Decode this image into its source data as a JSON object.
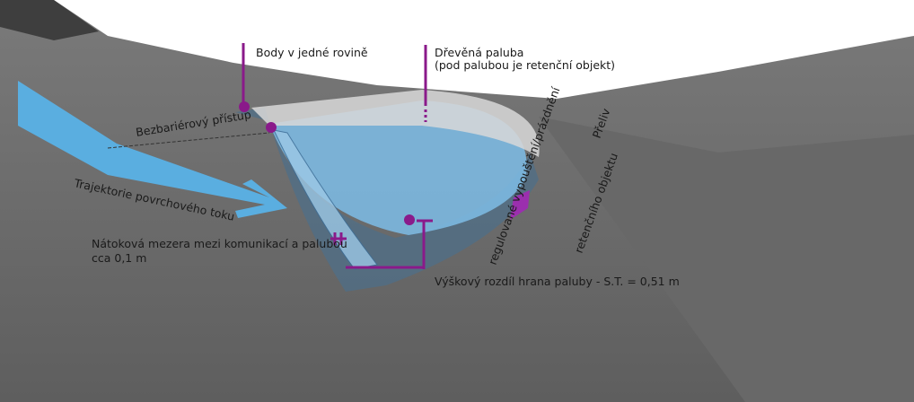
{
  "labels": {
    "points_in_plane": "Body v jedné rovině",
    "wooden_deck": "Dřevěná paluba",
    "wooden_deck_note": "(pod palubou je retenční objekt)",
    "barrier_free": "Bezbariérový přístup",
    "surface_flow": "Trajektorie povrchového toku",
    "inflow_gap": "Nátoková mezera mezi komunikací a palubou",
    "inflow_gap_size": "cca 0,1 m",
    "height_diff": "Výškový rozdíl hrana paluby - S.T. = 0,51 m",
    "overflow_1": "Přeliv",
    "overflow_2": "regulované vypouštění/prázdnění",
    "overflow_3": "retenčního objektu"
  },
  "colors": {
    "accent": "#8a1a8a",
    "water": "#5aaee0",
    "terrain": "#6e6e6e"
  }
}
